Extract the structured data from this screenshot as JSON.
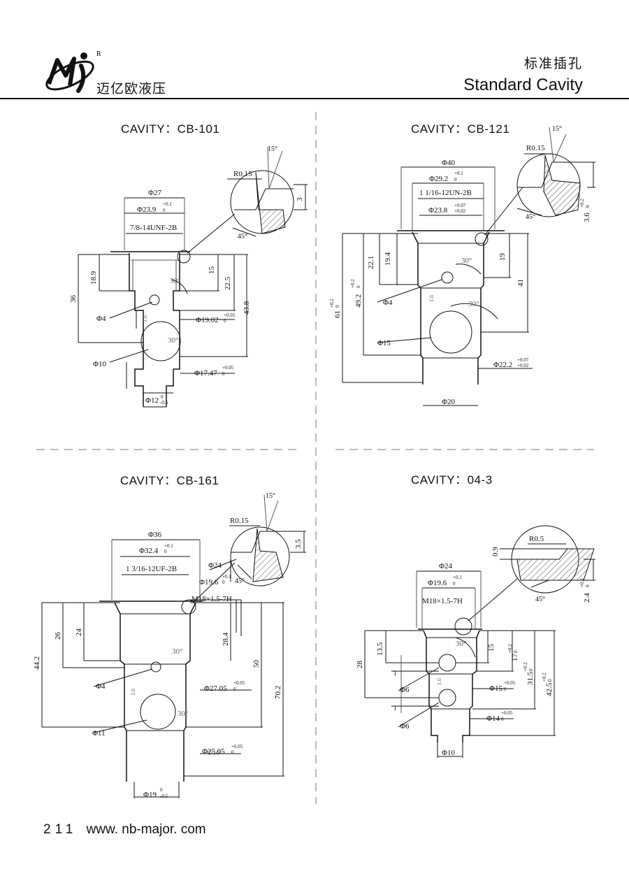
{
  "header": {
    "brand": "迈亿欧液压",
    "title_cn": "标准插孔",
    "title_en": "Standard Cavity",
    "logo_mark": "R"
  },
  "cavities": [
    {
      "title": "CAVITY：CB-101",
      "labels": {
        "d27": "Φ27",
        "d239": "Φ23.9",
        "d239_tol": "+0.1",
        "d239_tol0": "0",
        "thread": "7/8-14UNF-2B",
        "r015": "R0.15",
        "a15": "15°",
        "a45": "45°",
        "v3": "3",
        "v189": "18.9",
        "v36": "36",
        "v15": "15",
        "v225": "22.5",
        "v438": "43.8",
        "a30a": "30°",
        "a30b": "30°",
        "d4": "Φ4",
        "d10": "Φ10",
        "d1902": "Φ19.02",
        "d1902_tol": "+0.05",
        "d1902_tol0": "0",
        "d1747": "Φ17.47",
        "d1747_tol": "+0.05",
        "d1747_tol0": "0",
        "d12": "Φ12",
        "d12_tol0": "0",
        "d12_tol": "-0.5",
        "r16": "1.6"
      }
    },
    {
      "title": "CAVITY：CB-121",
      "labels": {
        "d40": "Φ40",
        "d292": "Φ29.2",
        "d292_tol": "+0.1",
        "d292_tol0": "0",
        "thread": "1 1/16-12UN-2B",
        "d238": "Φ23.8",
        "d238_tol": "+0.07",
        "d238_tol2": "+0.02",
        "r015": "R0.15",
        "a15": "15°",
        "a45": "45°",
        "v36": "3.6",
        "v36_tol": "+0.2",
        "v36_tol0": "0",
        "v221": "22.1",
        "v194": "19.4",
        "v19": "19",
        "v41": "41",
        "v492": "49.2",
        "v492_tol": "+0.2",
        "v492_tol0": "0",
        "v61": "61",
        "v61_tol": "+0.2",
        "v61_tol0": "0",
        "a30a": "30°",
        "a30b": "30°",
        "d4": "Φ4",
        "d15": "Φ15",
        "d222": "Φ22.2",
        "d222_tol": "+0.07",
        "d222_tol2": "+0.02",
        "d20": "Φ20",
        "r16": "1.6"
      }
    },
    {
      "title": "CAVITY：CB-161",
      "labels": {
        "d36": "Φ36",
        "d324": "Φ32.4",
        "d324_tol": "+0.1",
        "d324_tol0": "0",
        "thread": "1 3/16-12UF-2B",
        "d24": "Φ24",
        "d196": "Φ19.6",
        "d196_tol": "+0.1",
        "d196_tol0": "0",
        "m18": "M18×1.5-7H",
        "r015": "R0.15",
        "a15": "15°",
        "a45": "45°",
        "v35": "3.5",
        "v442": "44.2",
        "v26": "26",
        "v24": "24",
        "v284": "28.4",
        "v50": "50",
        "v702": "70.2",
        "a30a": "30°",
        "a30b": "30°",
        "d4": "Φ4",
        "d11": "Φ11",
        "d2705": "Φ27.05",
        "d2705_tol": "+0.05",
        "d2705_tol0": "0",
        "d2505": "Φ25.05",
        "d2505_tol": "+0.05",
        "d2505_tol0": "0",
        "d10": "Φ10",
        "d19": "Φ19",
        "d19_tol0": "0",
        "d19_tol": "-0.5",
        "r16": "1.6"
      }
    },
    {
      "title": "CAVITY：04-3",
      "labels": {
        "d24": "Φ24",
        "d196": "Φ19.6",
        "d196_tol": "+0.1",
        "d196_tol0": "0",
        "m18": "M18×1.5-7H",
        "r05": "R0.5",
        "a45": "45°",
        "v09": "0.9",
        "v24": "2.4",
        "v24_tol": "+0.2",
        "v24_tol0": "0",
        "v28": "28",
        "v135": "13.5",
        "v15": "15",
        "v17": "17",
        "v17_tol": "+0.2",
        "v17_tol0": "0",
        "v315": "31.5",
        "v315_tol": "+0.2",
        "v315_tol0": "0",
        "v425": "42.5",
        "v425_tol": "+0.2",
        "v425_tol0": "0",
        "a30": "30°",
        "d6a": "Φ6",
        "d6b": "Φ6",
        "v1a": "1",
        "v1b": "1",
        "d15": "Φ15",
        "d15_tol": "+0.05",
        "d15_tol0": "0",
        "d14": "Φ14",
        "d14_tol": "+0.05",
        "d14_tol0": "0",
        "d10": "Φ10",
        "r16": "1.6"
      }
    }
  ],
  "footer": {
    "page": "211",
    "url": "www. nb-major. com"
  }
}
